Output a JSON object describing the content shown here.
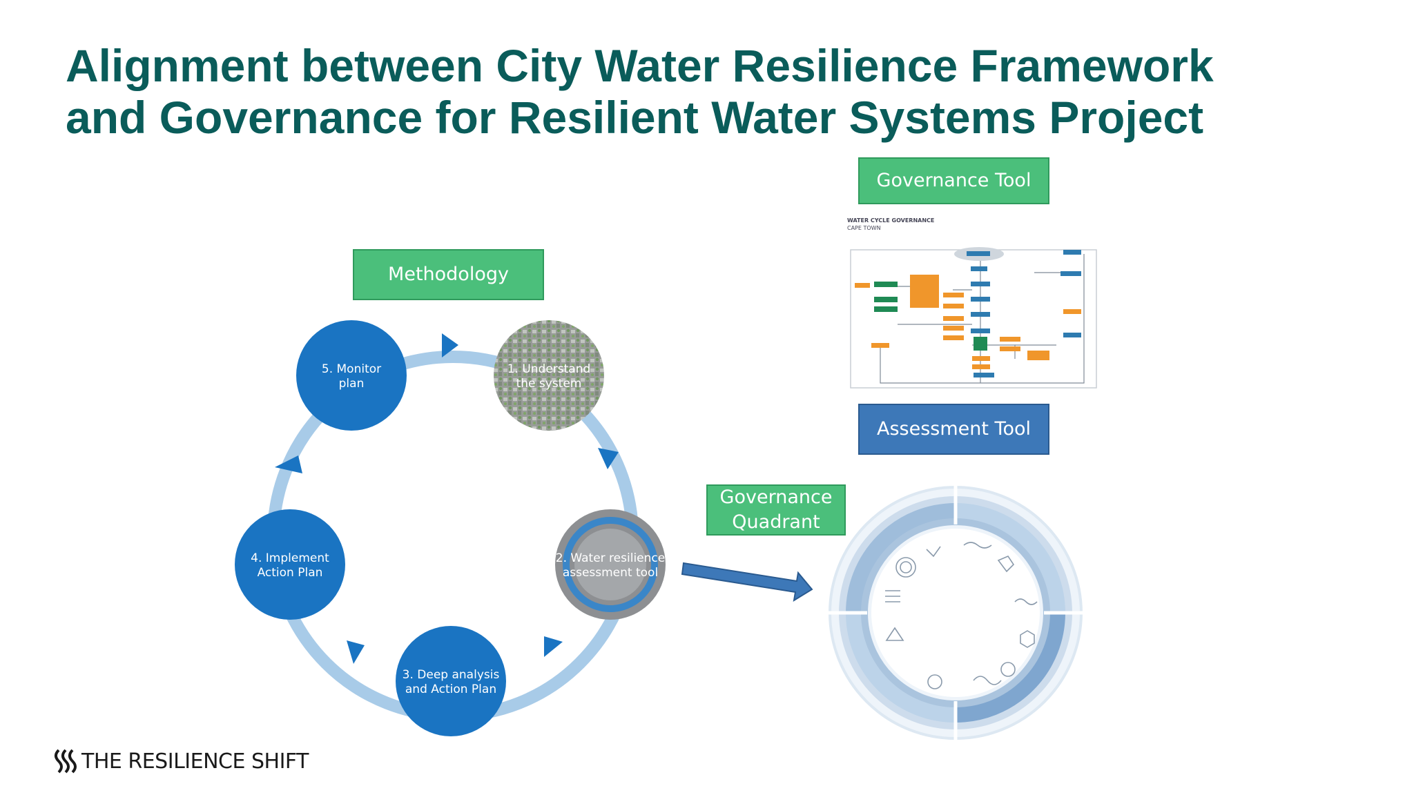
{
  "title": {
    "line1": "Alignment between City Water Resilience Framework",
    "line2": "and Governance for Resilient Water Systems Project"
  },
  "labels": {
    "methodology": "Methodology",
    "governance_tool": "Governance Tool",
    "assessment_tool": "Assessment Tool",
    "governance_quadrant": "Governance\nQuadrant"
  },
  "cycle": {
    "step5": [
      "5. Monitor",
      "plan"
    ],
    "step1": [
      "1. Understand",
      "the system"
    ],
    "step2": [
      "2. Water resilience",
      "assessment tool"
    ],
    "step3": [
      "3. Deep analysis",
      "and Action Plan"
    ],
    "step4": [
      "4. Implement",
      "Action Plan"
    ]
  },
  "governance_map": {
    "heading": "WATER CYCLE GOVERNANCE",
    "subheading": "CAPE TOWN"
  },
  "brand": {
    "name": "THE RESILIENCE SHIFT"
  },
  "colors": {
    "title": "#0a5c5a",
    "green_label": "#4bbf7b",
    "blue_label": "#3d78b8",
    "cycle_blue": "#1a74c2",
    "ring_light": "#a8cbe8"
  }
}
